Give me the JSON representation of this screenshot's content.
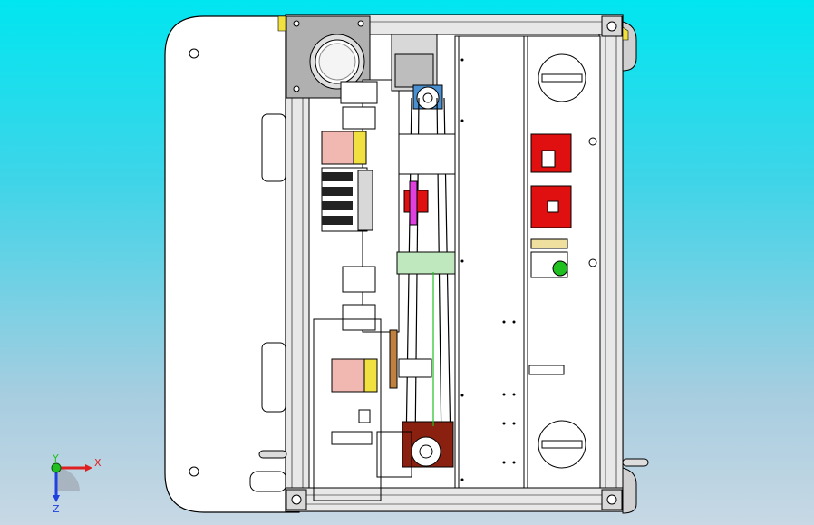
{
  "triad": {
    "x_label": "X",
    "y_label": "Y",
    "z_label": "Z"
  },
  "colors": {
    "background_top": "#00e6f0",
    "background_bottom": "#c8d8e4",
    "axis_x": "#e02020",
    "axis_y": "#20c020",
    "axis_z": "#2040e0",
    "part_red": "#e01010",
    "part_pink": "#f0b8b0",
    "part_magenta": "#e040e0",
    "part_green": "#20c020",
    "part_brown": "#8a2010",
    "part_yellow": "#f0e040",
    "body_white": "#ffffff",
    "plate_gray": "#b0b0b0"
  }
}
